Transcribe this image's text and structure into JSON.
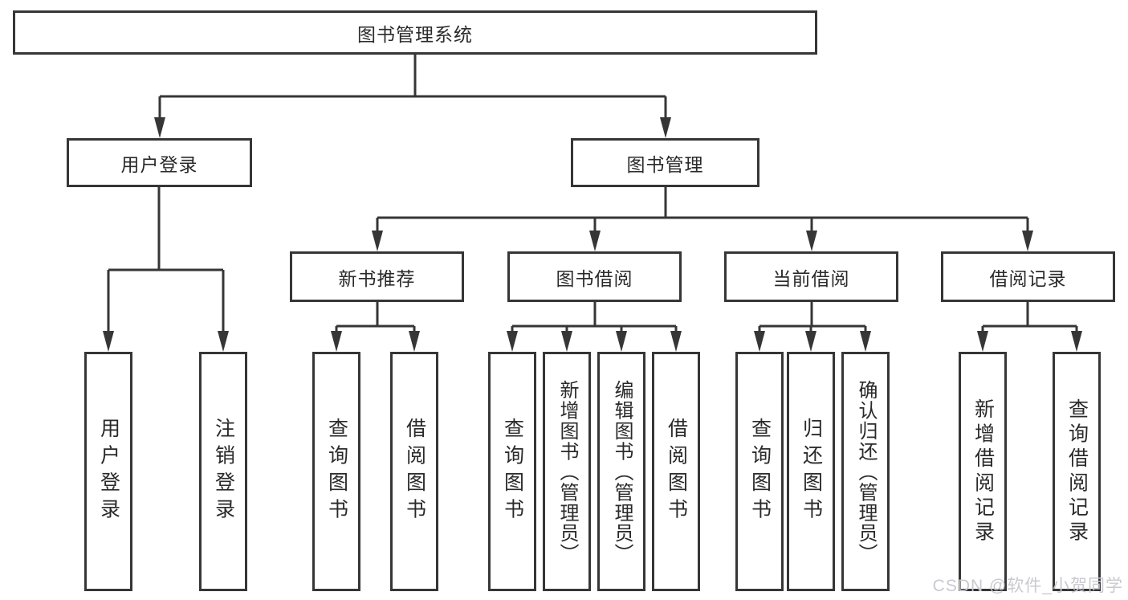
{
  "root": {
    "label": "图书管理系统"
  },
  "user_login": {
    "label": "用户登录",
    "leaves": [
      {
        "label": "用户登录"
      },
      {
        "label": "注销登录"
      }
    ]
  },
  "book_mgmt": {
    "label": "图书管理",
    "groups": [
      {
        "label": "新书推荐",
        "leaves": [
          {
            "label": "查询图书"
          },
          {
            "label": "借阅图书"
          }
        ]
      },
      {
        "label": "图书借阅",
        "leaves": [
          {
            "label": "查询图书"
          },
          {
            "label": "新增图书（管理员）"
          },
          {
            "label": "编辑图书（管理员）"
          },
          {
            "label": "借阅图书"
          }
        ]
      },
      {
        "label": "当前借阅",
        "leaves": [
          {
            "label": "查询图书"
          },
          {
            "label": "归还图书"
          },
          {
            "label": "确认归还（管理员）"
          }
        ]
      },
      {
        "label": "借阅记录",
        "leaves": [
          {
            "label": "新增借阅记录"
          },
          {
            "label": "查询借阅记录"
          }
        ]
      }
    ]
  },
  "watermark": {
    "text": "CSDN @软件_小贺同学"
  },
  "colors": {
    "line": "#363636",
    "text": "#2a2a2a",
    "box_bg": "#ffffff",
    "watermark": "#c9c9d0"
  }
}
